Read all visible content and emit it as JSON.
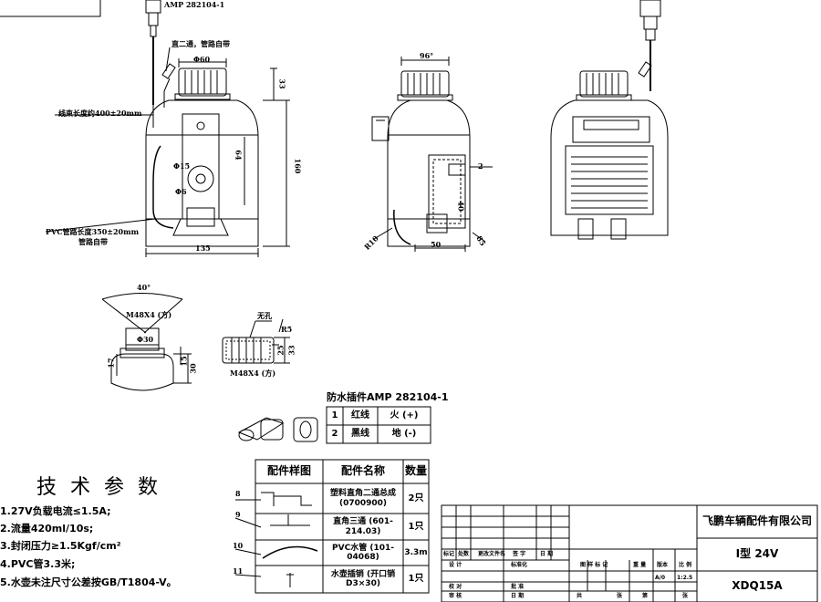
{
  "top_connector_label": "AMP 282104-1",
  "front_view": {
    "elbow_label": "直二通，管路自带",
    "dim_cap_dia": "Φ60",
    "dim_cap_height": "33",
    "harness_length": "线束长度约400±20mm",
    "dim_64": "64",
    "dim_160": "160",
    "dim_phi15": "Φ15",
    "dim_phi6": "Φ6",
    "pvc_length": "PVC管路长度350±20mm",
    "pvc_note": "管路自带",
    "dim_width": "135"
  },
  "side_view": {
    "dim_top": "96°",
    "dim_r10": "R10",
    "dim_50": "50",
    "dim_40": "40",
    "dim_85": "85",
    "label_2": "2"
  },
  "neck_detail": {
    "angle": "40°",
    "thread": "M48X4 (方)",
    "dia": "Φ30",
    "dim_17": "17",
    "dim_15": "15",
    "dim_30": "30"
  },
  "cap_detail": {
    "no_hole": "无孔",
    "r5": "R5",
    "thread": "M48X4 (方)",
    "dim_25": "25",
    "dim_33": "33"
  },
  "connector_table": {
    "title": "防水插件AMP 282104-1",
    "rows": [
      {
        "no": "1",
        "wire": "红线",
        "pole": "火 (+)"
      },
      {
        "no": "2",
        "wire": "黑线",
        "pole": "地 (-)"
      }
    ]
  },
  "parts_table": {
    "headers": [
      "配件样图",
      "配件名称",
      "数量"
    ],
    "rows": [
      {
        "no": "8",
        "name": "塑料直角二通总成 (0700900)",
        "qty": "2只"
      },
      {
        "no": "9",
        "name": "直角三通 (601-214.03)",
        "qty": "1只"
      },
      {
        "no": "10",
        "name": "PVC水管 (101-04068)",
        "qty": "3.3m"
      },
      {
        "no": "11",
        "name": "水壶插销 (开口销D3×30)",
        "qty": "1只"
      }
    ]
  },
  "tech_params": {
    "title": "技 术 参 数",
    "items": [
      "1.27V负载电流≤1.5A;",
      "2.流量420ml/10s;",
      "3.封闭压力≥1.5Kgf/cm²",
      "4.PVC管3.3米;",
      "5.水壶未注尺寸公差按GB/T1804-V。"
    ]
  },
  "title_block": {
    "company": "飞鹏车辆配件有限公司",
    "name": "I型 24V",
    "code": "XDQ15A",
    "scale": "1:2.5",
    "sheet_size": "A/0",
    "labels": {
      "mark": "标记",
      "count": "处数",
      "doc": "更改文件名",
      "sign": "签 字",
      "date": "日 期",
      "design": "设 计",
      "std": "标准化",
      "stage": "图 样 标 记",
      "weight": "重 量",
      "version": "版本",
      "ratio": "比 例",
      "check": "校 对",
      "review": "审 核",
      "audit": "批 准",
      "day": "日 期",
      "total": "共",
      "sheet": "张",
      "of": "第",
      "sheet2": "张"
    }
  }
}
